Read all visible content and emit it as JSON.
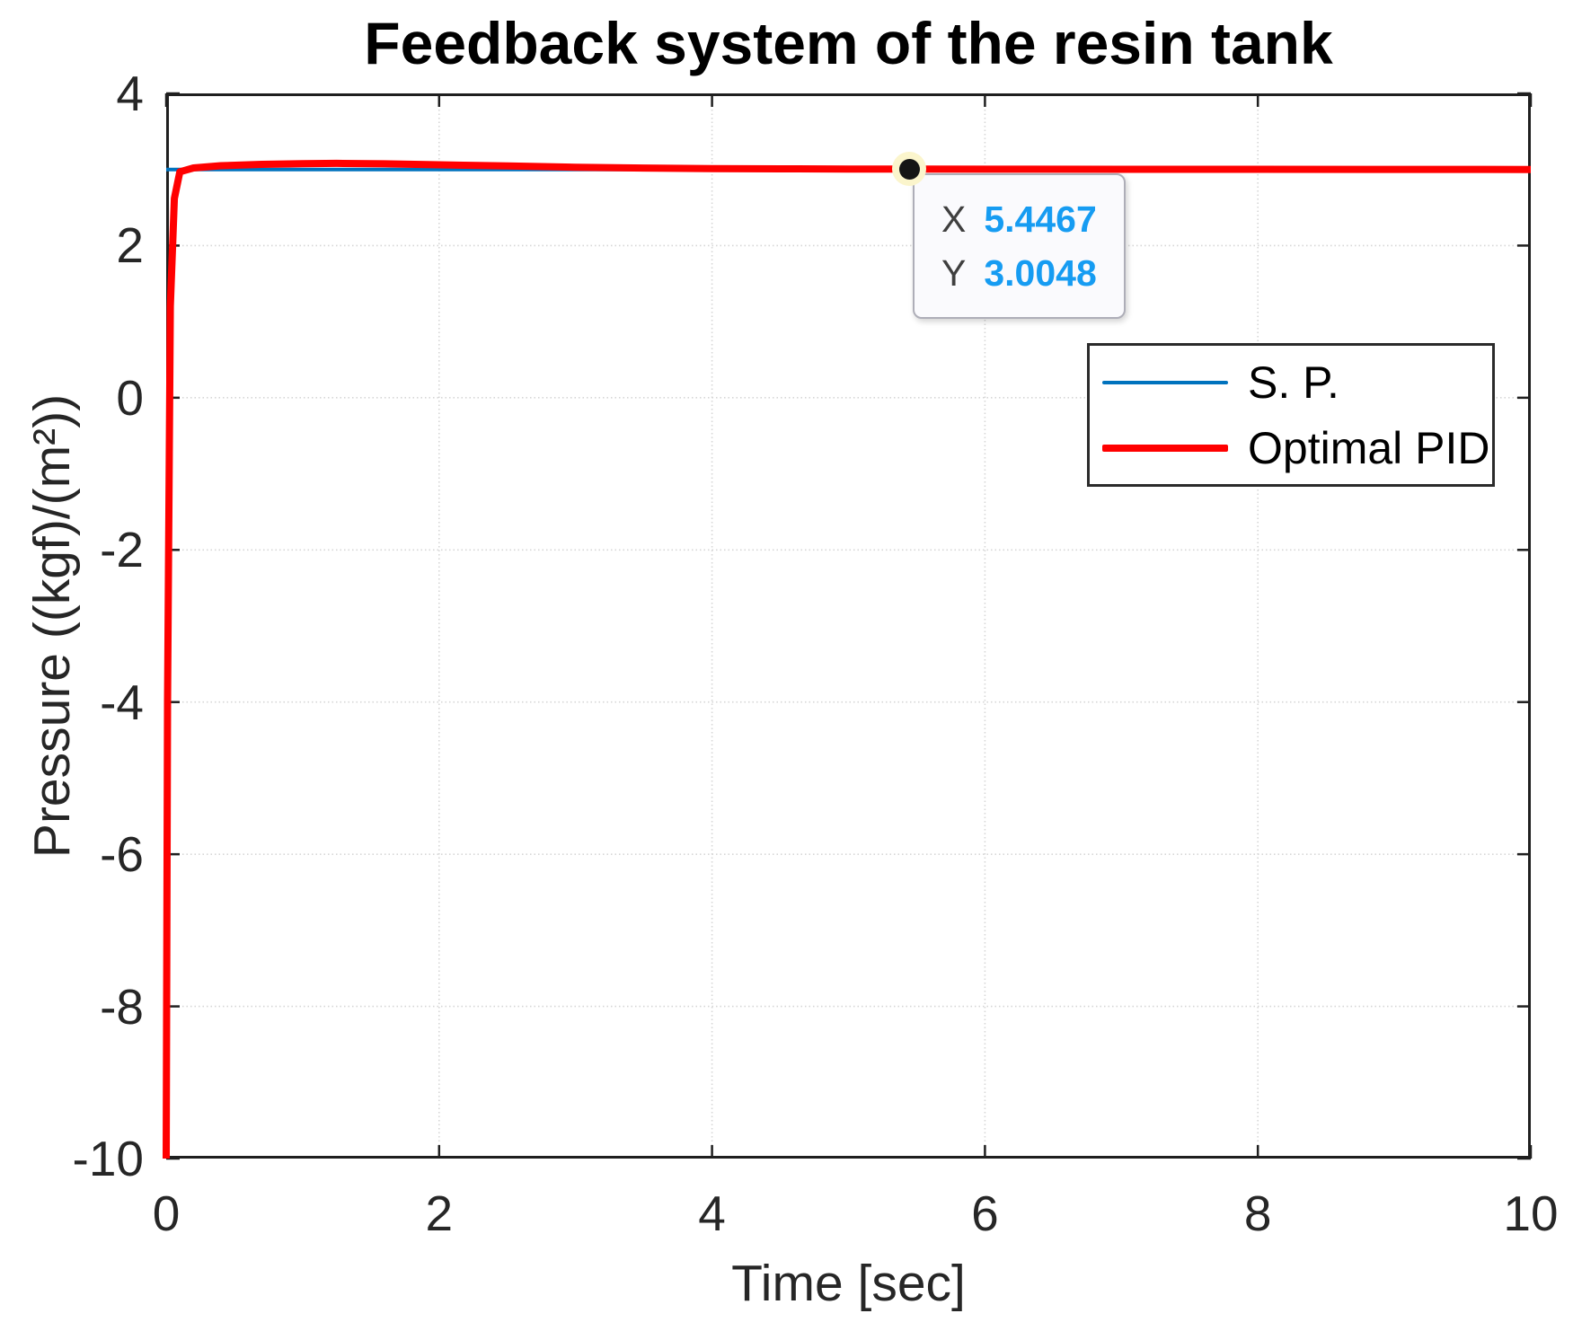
{
  "title": "Feedback system of the resin tank",
  "x_axis": {
    "label": "Time [sec]",
    "tick_labels": [
      "0",
      "2",
      "4",
      "6",
      "8",
      "10"
    ]
  },
  "y_axis": {
    "label": "Pressure ((kgf)/(m²))",
    "tick_labels": [
      "4",
      "2",
      "0",
      "-2",
      "-4",
      "-6",
      "-8",
      "-10"
    ]
  },
  "legend": {
    "items": [
      {
        "label": "S. P.",
        "color": "#0072BD",
        "line_width": 4
      },
      {
        "label": "Optimal PID",
        "color": "#FF0000",
        "line_width": 8
      }
    ]
  },
  "datatip": {
    "x_label": "X",
    "x_value": "5.4467",
    "y_label": "Y",
    "y_value": "3.0048",
    "value_color": "#169CF2",
    "label_color": "#3F3F3F"
  },
  "colors": {
    "axis": "#1f1f1f",
    "grid": "#d6d6d6",
    "background": "#ffffff",
    "marker_dot": "#151515",
    "marker_halo": "#fbf5cc"
  },
  "chart_data": {
    "type": "line",
    "title": "Feedback system of the resin tank",
    "xlabel": "Time [sec]",
    "ylabel": "Pressure ((kgf)/(m²))",
    "xlim": [
      0,
      10
    ],
    "ylim": [
      -10,
      4
    ],
    "x_ticks": [
      0,
      2,
      4,
      6,
      8,
      10
    ],
    "y_ticks": [
      4,
      2,
      0,
      -2,
      -4,
      -6,
      -8,
      -10
    ],
    "grid": true,
    "grid_style": "dotted",
    "legend_position": "upper-right-inside",
    "series": [
      {
        "name": "S. P.",
        "color": "#0072BD",
        "line_width": 4,
        "points": [
          [
            0,
            3
          ],
          [
            10,
            3
          ]
        ]
      },
      {
        "name": "Optimal PID",
        "color": "#FF0000",
        "line_width": 8,
        "points": [
          [
            0,
            -10
          ],
          [
            0.01,
            -4
          ],
          [
            0.03,
            1.2
          ],
          [
            0.06,
            2.62
          ],
          [
            0.1,
            2.97
          ],
          [
            0.2,
            3.02
          ],
          [
            0.4,
            3.05
          ],
          [
            0.7,
            3.068
          ],
          [
            1.0,
            3.077
          ],
          [
            1.25,
            3.08
          ],
          [
            1.6,
            3.075
          ],
          [
            2.0,
            3.062
          ],
          [
            2.5,
            3.046
          ],
          [
            3.0,
            3.03
          ],
          [
            3.5,
            3.019
          ],
          [
            4.0,
            3.012
          ],
          [
            4.5,
            3.008
          ],
          [
            5.0,
            3.006
          ],
          [
            5.4467,
            3.0048
          ],
          [
            6.0,
            3.004
          ],
          [
            7.0,
            3.003
          ],
          [
            8.0,
            3.002
          ],
          [
            9.0,
            3.001
          ],
          [
            10,
            3.0
          ]
        ]
      }
    ],
    "datatip_point": {
      "x": 5.4467,
      "y": 3.0048
    }
  }
}
